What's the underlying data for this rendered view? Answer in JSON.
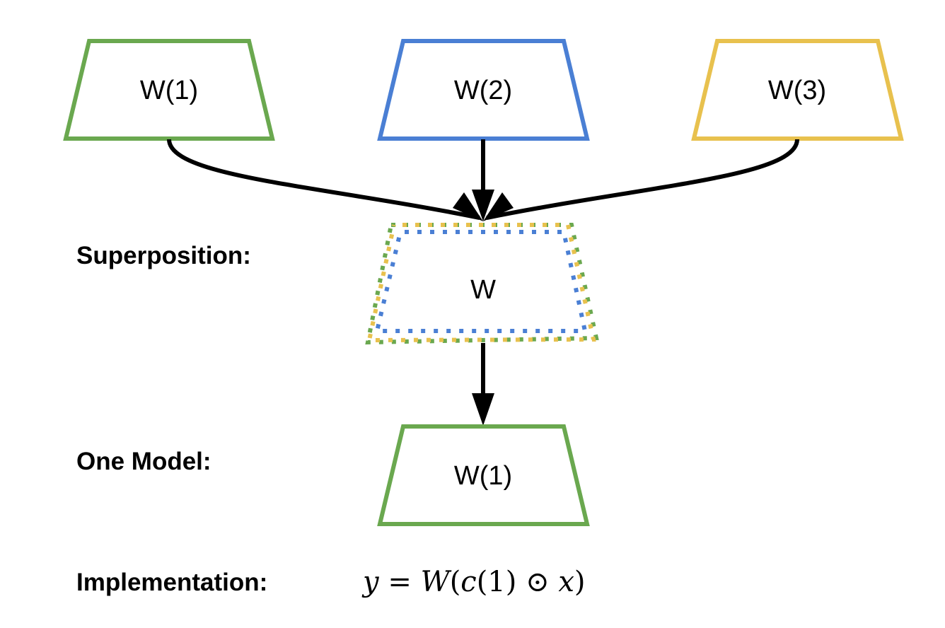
{
  "colors": {
    "green": "#6aa84f",
    "blue": "#4a7fd4",
    "yellow": "#e8c14e",
    "arrow": "#000000"
  },
  "models": [
    {
      "label": "W(1)",
      "color": "green"
    },
    {
      "label": "W(2)",
      "color": "blue"
    },
    {
      "label": "W(3)",
      "color": "yellow"
    }
  ],
  "superposition": {
    "row_label": "Superposition:",
    "box_label": "W",
    "border_style": "dotted-multicolor"
  },
  "one_model": {
    "row_label": "One Model:",
    "box_label": "W(1)",
    "color": "green"
  },
  "implementation": {
    "row_label": "Implementation:",
    "formula": {
      "y": "y",
      "eq": " = ",
      "W": "W",
      "open": "(",
      "c": "c",
      "one": "(1)",
      "odot": " ⊙ ",
      "x": "x",
      "close": ")"
    }
  }
}
